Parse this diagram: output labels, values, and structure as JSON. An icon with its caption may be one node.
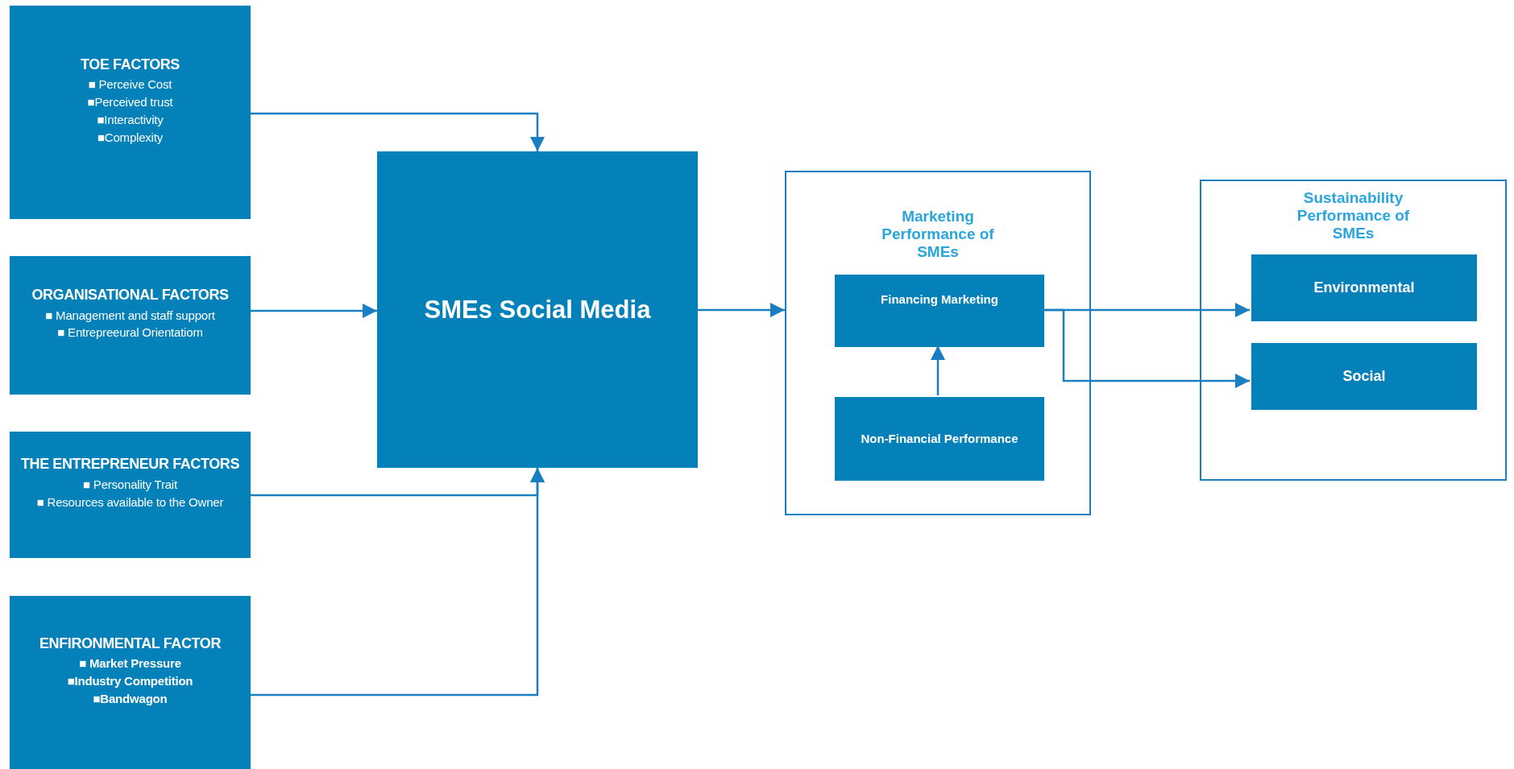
{
  "diagram": {
    "nodes": [
      {
        "text": [
          "TOE FACTORS",
          "■ Perceive Cost",
          "■Perceived trust",
          "■Interactivity",
          "■Complexity"
        ]
      },
      {
        "text": [
          "ORGANISATIONAL FACTORS",
          "■ Management and staff support",
          "■ Entrepreeural Orientatiom"
        ]
      },
      {
        "text": [
          "THE ENTREPRENEUR FACTORS",
          "■ Personality Trait",
          "■ Resources available to the Owner"
        ]
      },
      {
        "text": [
          "ENFIRONMENTAL FACTOR",
          "■ Market Pressure",
          "■Industry Competition",
          "■Bandwagon"
        ]
      },
      {
        "text": [
          "SMEs Social Media"
        ]
      },
      {
        "text": [
          "Marketing Performance of SMEs"
        ]
      },
      {
        "text": [
          "Financing Marketing"
        ],
        "in": 5
      },
      {
        "text": [
          "Non-Financial Performance"
        ],
        "in": 5
      },
      {
        "text": [
          "Sustainability Performance of SMEs"
        ]
      },
      {
        "text": [
          "Environmental"
        ],
        "in": 8
      },
      {
        "text": [
          "Social"
        ],
        "in": 8
      }
    ],
    "edges": [
      {
        "from": 0,
        "to": 4,
        "arrow": "to"
      },
      {
        "from": 1,
        "to": 4,
        "arrow": "to"
      },
      {
        "from": 2,
        "to": 4,
        "arrow": "to"
      },
      {
        "from": 3,
        "to": 4,
        "arrow": "to"
      },
      {
        "from": 4,
        "to": 5,
        "arrow": "to"
      },
      {
        "from": 6,
        "to": 9,
        "arrow": "to"
      },
      {
        "from": 6,
        "to": 10,
        "arrow": "to"
      },
      {
        "from": 7,
        "to": 6,
        "arrow": "to"
      }
    ]
  }
}
